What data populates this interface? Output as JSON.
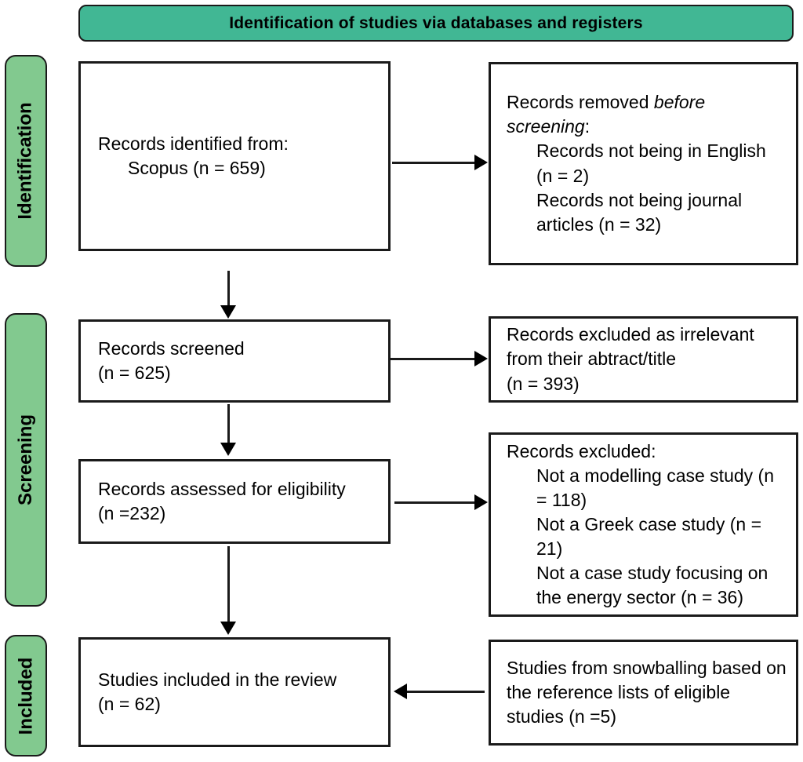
{
  "title": "Identification of studies via databases and registers",
  "stages": [
    "Identification",
    "Screening",
    "Included"
  ],
  "boxes": {
    "records_identified": {
      "line1": "Records identified from:",
      "line2": "Scopus (n = 659)"
    },
    "records_removed": {
      "line1_normal": "Records removed ",
      "line1_italic": "before",
      "line2_italic": "screening",
      "line2_suffix": ":",
      "items": [
        "Records not being in English (n = 2)",
        "Records not being journal articles (n = 32)"
      ]
    },
    "records_screened": {
      "line1": "Records screened",
      "line2": "(n = 625)"
    },
    "records_excluded_irrelevant": {
      "line1": "Records excluded as irrelevant from their abtract/title",
      "line2": "(n = 393)"
    },
    "records_assessed": {
      "line1": "Records assessed for eligibility",
      "line2": "(n =232)"
    },
    "records_excluded": {
      "heading": "Records excluded:",
      "items": [
        "Not a modelling case study (n = 118)",
        "Not a Greek case study (n = 21)",
        "Not a case study focusing on the energy sector (n = 36)"
      ]
    },
    "studies_included": {
      "line1": "Studies included in the review",
      "line2": "(n = 62)"
    },
    "studies_snowballing": {
      "text": "Studies from snowballing based on the reference lists of eligible studies (n =5)"
    }
  },
  "colors": {
    "banner_green": "#41b794",
    "stage_green": "#82c98f",
    "box_border": "#000000",
    "box_fill": "#ffffff"
  }
}
